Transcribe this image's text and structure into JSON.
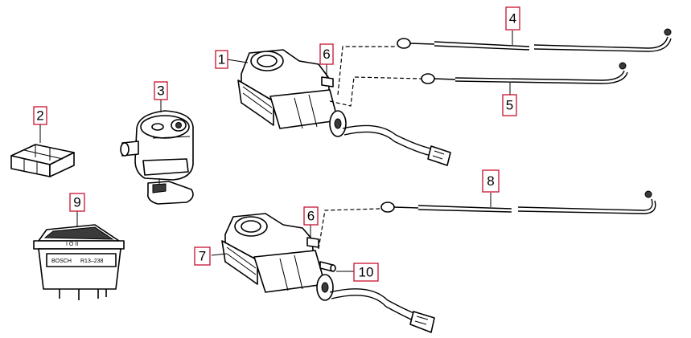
{
  "colors": {
    "callout_border": "#c8102e",
    "line": "#000000",
    "background": "#ffffff"
  },
  "callouts": {
    "c1": "1",
    "c2": "2",
    "c3": "3",
    "c4": "4",
    "c5": "5",
    "c6a": "6",
    "c6b": "6",
    "c7": "7",
    "c8": "8",
    "c9": "9",
    "c10": "10"
  },
  "switch_label": {
    "brand": "BOSCH",
    "model": "R13–238"
  },
  "switch_symbols": "I O II",
  "icons": [
    "actuator-motor-icon",
    "relay-block-icon",
    "ignition-lock-icon",
    "rocker-switch-icon",
    "cable-icon",
    "clip-icon",
    "pin-icon"
  ]
}
